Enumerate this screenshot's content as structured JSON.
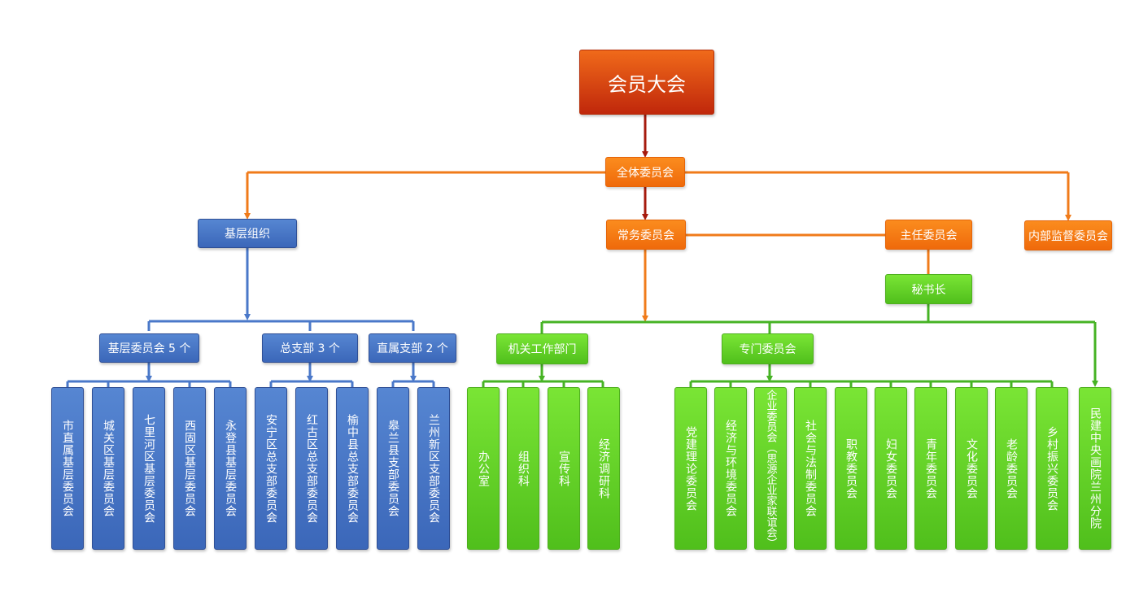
{
  "root": "会员大会",
  "full_committee": "全体委员会",
  "grassroots": "基层组织",
  "standing": "常务委员会",
  "chair": "主任委员会",
  "supervision": "内部监督委员会",
  "secretary": "秘书长",
  "grassroots_committees": "基层委员会 5 个",
  "general_branches": "总支部 3 个",
  "direct_branches": "直属支部 2 个",
  "office_departments": "机关工作部门",
  "special_committees": "专门委员会",
  "blue_leaves": [
    "市直属基层委员会",
    "城关区基层委员会",
    "七里河区基层委员会",
    "西固区基层委员会",
    "永登县基层委员会",
    "安宁区总支部委员会",
    "红古区总支部委员会",
    "榆中县总支部委员会",
    "皋兰县支部委员会",
    "兰州新区支部委员会"
  ],
  "office_leaves": [
    "办公室",
    "组织科",
    "宣传科",
    "经济调研科"
  ],
  "special_leaves": [
    "党建理论委员会",
    "经济与环境委员会",
    "企业委员会（思源企业家联谊会）",
    "社会与法制委员会",
    "职教委员会",
    "妇女委员会",
    "青年委员会",
    "文化委员会",
    "老龄委员会",
    "乡村振兴委员会"
  ],
  "academy": "民建中央画院兰州分院",
  "colors": {
    "orange": "#f07b1a",
    "dark_red": "#a61a0d",
    "blue": "#4a78c9",
    "green": "#46b324"
  }
}
